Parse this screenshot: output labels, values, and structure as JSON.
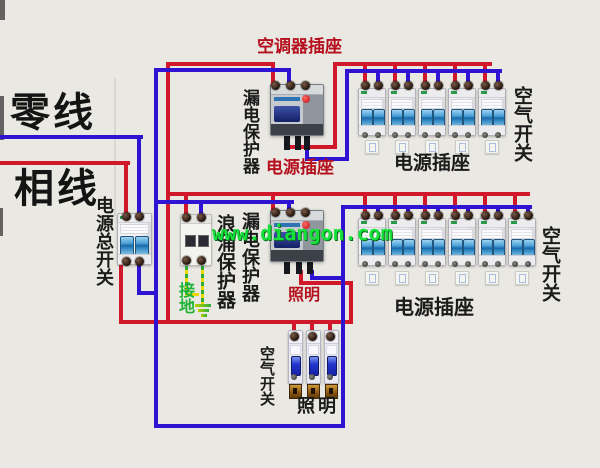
{
  "labels": {
    "neutral": "零线",
    "phase": "相线",
    "ac_socket": "空调器插座",
    "rcd1": "漏电保护器",
    "rcd2": "漏电保护器",
    "socket_red": "电源插座",
    "socket_row1": "电源插座",
    "socket_row2": "电源插座",
    "air_switch_row1": "空气开关",
    "air_switch_row2": "空气开关",
    "air_switch_lighting": "空气开关",
    "main_switch": "电源总开关",
    "surge": "浪涌保护器",
    "ground": "接地",
    "lighting_red": "照明",
    "lighting_black": "照明",
    "watermark": "www.diangon.com"
  },
  "colors": {
    "phase_wire": "#d0182a",
    "neutral_wire": "#2f13d2",
    "ground_yellow": "#efd800",
    "ground_green": "#2fae3c",
    "label_red": "#b5101e",
    "label_green": "#1fb335",
    "watermark_green": "#17e23b"
  },
  "breaker_rows": {
    "socket_row_1_count": 5,
    "socket_row_2_count": 6,
    "lighting_row_count": 3
  }
}
